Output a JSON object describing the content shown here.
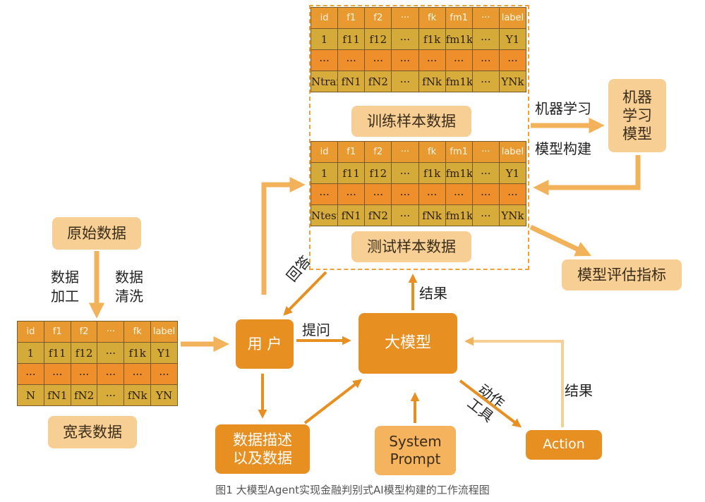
{
  "nodes": {
    "raw_data": "原始数据",
    "wide_table": "宽表数据",
    "user": "用 户",
    "llm": "大模型",
    "data_desc": "数据描述\n以及数据",
    "system_prompt": "System\nPrompt",
    "action": "Action",
    "train_samples": "训练样本数据",
    "test_samples": "测试样本数据",
    "ml_model": "机器\n学习\n模型",
    "eval_metrics": "模型评估指标"
  },
  "labels": {
    "data_process": "数据\n加工",
    "data_clean": "数据\n清洗",
    "ask": "提问",
    "answer": "回答",
    "result_up": "结果",
    "result_action": "结果",
    "action_tool": "动作\n工具",
    "ml_build_1": "机器学习",
    "ml_build_2": "模型构建"
  },
  "tables": {
    "train": {
      "rows": [
        [
          "id",
          "f1",
          "f2",
          "···",
          "fk",
          "fm1",
          "···",
          "label"
        ],
        [
          "1",
          "f11",
          "f12",
          "···",
          "f1k",
          "fm1k",
          "···",
          "Y1"
        ],
        [
          "···",
          "···",
          "···",
          "···",
          "···",
          "···",
          "···",
          "···"
        ],
        [
          "Ntrain",
          "fN1",
          "fN2",
          "···",
          "fNk",
          "fm1k",
          "···",
          "YNk"
        ]
      ]
    },
    "test": {
      "rows": [
        [
          "id",
          "f1",
          "f2",
          "···",
          "fk",
          "fm1",
          "···",
          "label"
        ],
        [
          "1",
          "f11",
          "f12",
          "···",
          "f1k",
          "fm1k",
          "···",
          "Y1"
        ],
        [
          "···",
          "···",
          "···",
          "···",
          "···",
          "···",
          "···",
          "···"
        ],
        [
          "Ntest",
          "fN1",
          "fN2",
          "···",
          "fNk",
          "fm1k",
          "···",
          "YNk"
        ]
      ]
    },
    "wide": {
      "rows": [
        [
          "id",
          "f1",
          "f2",
          "···",
          "fk",
          "label"
        ],
        [
          "1",
          "f11",
          "f12",
          "···",
          "f1k",
          "Y1"
        ],
        [
          "···",
          "···",
          "···",
          "···",
          "···",
          "···"
        ],
        [
          "N",
          "fN1",
          "fN2",
          "···",
          "fNk",
          "YN"
        ]
      ]
    }
  },
  "caption": "图1 大模型Agent实现金融判别式AI模型构建的工作流程图",
  "colors": {
    "arrow": "#f2b25a",
    "arrow_dark": "#e88f22"
  }
}
